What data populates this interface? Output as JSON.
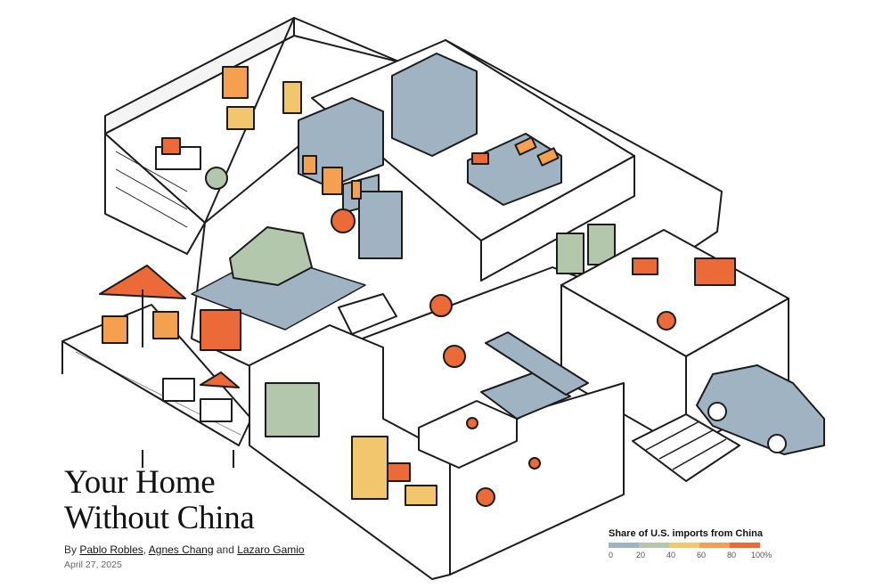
{
  "headline": {
    "line1": "Your Home",
    "line2": "Without China"
  },
  "byline": {
    "prefix": "By",
    "authors": [
      "Pablo Robles",
      "Agnes Chang",
      "Lazaro Gamio"
    ],
    "sep1": ",",
    "sep2": "and"
  },
  "date": "April 27, 2025",
  "legend": {
    "title": "Share of U.S. imports from China",
    "ticks": [
      "0",
      "20",
      "40",
      "60",
      "80",
      "100%"
    ],
    "colors": [
      "#9fb3c2",
      "#b3c7ad",
      "#f2c66d",
      "#f5a04e",
      "#ec6a37"
    ]
  },
  "palette": {
    "blue": "#9fb3c2",
    "green": "#b3c7ad",
    "yellow": "#f2c66d",
    "orange": "#f5a04e",
    "red": "#ec6a37",
    "outline": "#1c1c1c"
  }
}
